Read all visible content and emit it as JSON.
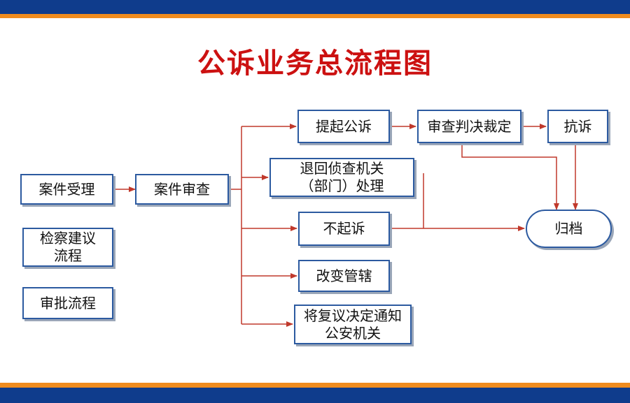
{
  "title": "公诉业务总流程图",
  "colors": {
    "title": "#cc1111",
    "box_border": "#2c5aa0",
    "arrow": "#c0392b",
    "bar_blue": "#0f3c8c",
    "bar_orange": "#f08c1e"
  },
  "nodes": {
    "accept": "案件受理",
    "review": "案件审查",
    "suggestion": "检察建议\n流程",
    "approval": "审批流程",
    "prosecute": "提起公诉",
    "return": "退回侦查机关\n（部门）处理",
    "no_prosecute": "不起诉",
    "change_jurisdiction": "改变管辖",
    "notify": "将复议决定通知\n公安机关",
    "judgment_review": "审查判决裁定",
    "protest": "抗诉",
    "archive": "归档"
  }
}
